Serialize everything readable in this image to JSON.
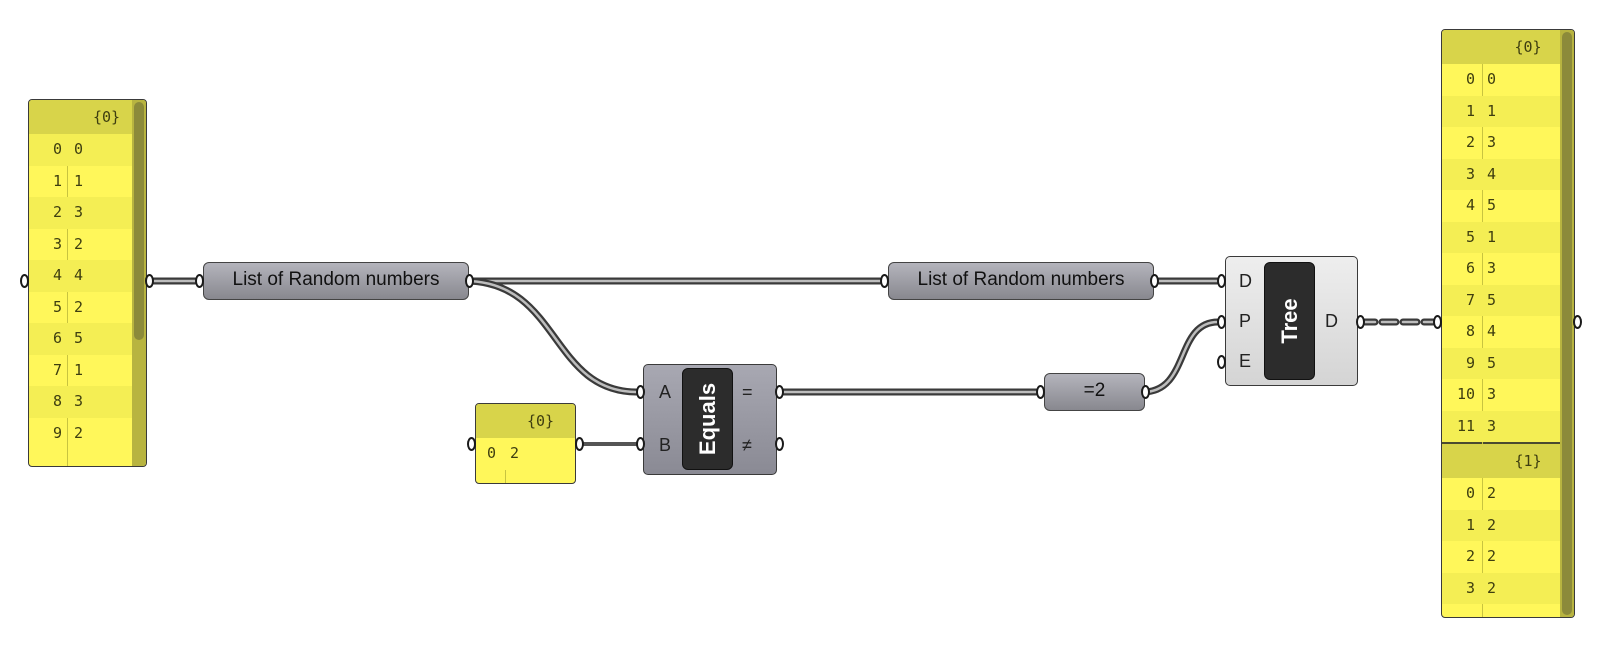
{
  "panels": {
    "left": {
      "header": "{0}",
      "rows": [
        {
          "i": "0",
          "v": "0"
        },
        {
          "i": "1",
          "v": "1"
        },
        {
          "i": "2",
          "v": "3"
        },
        {
          "i": "3",
          "v": "2"
        },
        {
          "i": "4",
          "v": "4"
        },
        {
          "i": "5",
          "v": "2"
        },
        {
          "i": "6",
          "v": "5"
        },
        {
          "i": "7",
          "v": "1"
        },
        {
          "i": "8",
          "v": "3"
        },
        {
          "i": "9",
          "v": "2"
        }
      ]
    },
    "small": {
      "header": "{0}",
      "rows": [
        {
          "i": "0",
          "v": "2"
        }
      ]
    },
    "right": {
      "branches": [
        {
          "header": "{0}",
          "rows": [
            {
              "i": "0",
              "v": "0"
            },
            {
              "i": "1",
              "v": "1"
            },
            {
              "i": "2",
              "v": "3"
            },
            {
              "i": "3",
              "v": "4"
            },
            {
              "i": "4",
              "v": "5"
            },
            {
              "i": "5",
              "v": "1"
            },
            {
              "i": "6",
              "v": "3"
            },
            {
              "i": "7",
              "v": "5"
            },
            {
              "i": "8",
              "v": "4"
            },
            {
              "i": "9",
              "v": "5"
            },
            {
              "i": "10",
              "v": "3"
            },
            {
              "i": "11",
              "v": "3"
            }
          ]
        },
        {
          "header": "{1}",
          "rows": [
            {
              "i": "0",
              "v": "2"
            },
            {
              "i": "1",
              "v": "2"
            },
            {
              "i": "2",
              "v": "2"
            },
            {
              "i": "3",
              "v": "2"
            }
          ]
        }
      ]
    }
  },
  "relays": {
    "random1": "List of Random numbers",
    "random2": "List of Random numbers",
    "eq2": "=2"
  },
  "equals": {
    "name": "Equals",
    "in_a": "A",
    "in_b": "B",
    "out_eq": "=",
    "out_neq": "≠"
  },
  "tree": {
    "name": "Tree",
    "in_d": "D",
    "in_p": "P",
    "in_e": "E",
    "out_d": "D"
  },
  "colors": {
    "panel_fill": "#fff75a",
    "panel_header": "#d8d44a",
    "wire": "#5a5a5a",
    "component_core": "#2c2c2c"
  }
}
